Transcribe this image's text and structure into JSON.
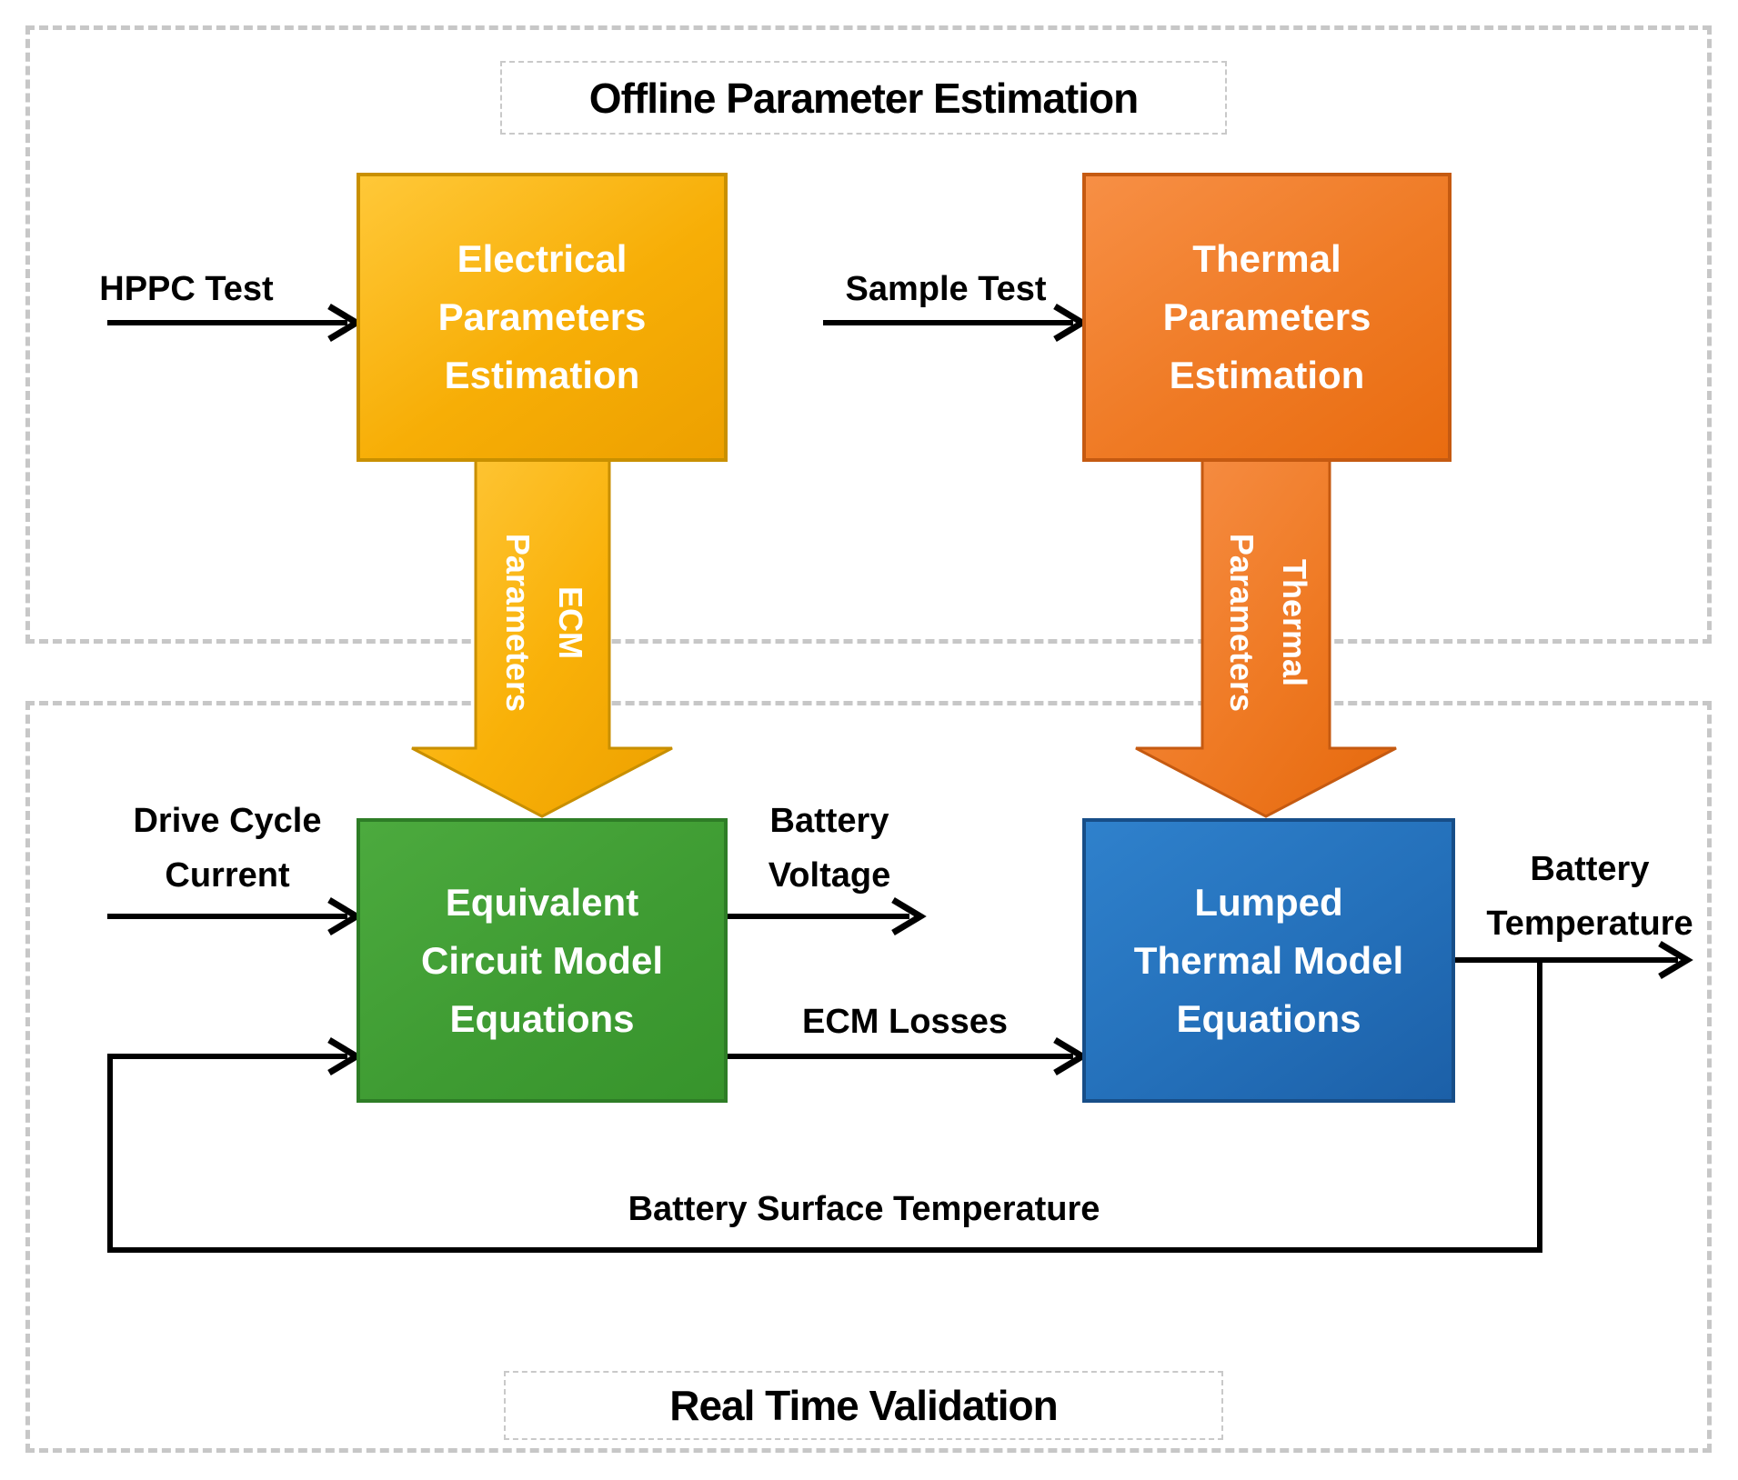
{
  "sections": {
    "offline": {
      "title": "Offline Parameter Estimation"
    },
    "realtime": {
      "title": "Real Time Validation"
    }
  },
  "boxes": {
    "electrical": {
      "line1": "Electrical",
      "line2": "Parameters",
      "line3": "Estimation",
      "color": "#F7AE06"
    },
    "thermal": {
      "line1": "Thermal",
      "line2": "Parameters",
      "line3": "Estimation",
      "color": "#EF7A24"
    },
    "ecm": {
      "line1": "Equivalent",
      "line2": "Circuit Model",
      "line3": "Equations",
      "color": "#3F9C33"
    },
    "lumped": {
      "line1": "Lumped",
      "line2": "Thermal Model",
      "line3": "Equations",
      "color": "#2470BA"
    }
  },
  "fat_arrows": {
    "ecm_params": {
      "line1": "ECM",
      "line2": "Parameters",
      "color": "#FFB300",
      "border": "#C88F00"
    },
    "thermal_params": {
      "line1": "Thermal",
      "line2": "Parameters",
      "color": "#ED7D31",
      "border": "#C55A11"
    }
  },
  "labels": {
    "hppc": "HPPC Test",
    "sample": "Sample Test",
    "drive1": "Drive Cycle",
    "drive2": "Current",
    "bvolt1": "Battery",
    "bvolt2": "Voltage",
    "ecm_losses": "ECM Losses",
    "btemp1": "Battery",
    "btemp2": "Temperature",
    "bsurf": "Battery Surface Temperature"
  },
  "style": {
    "dashed_border_color": "#C7C7C7",
    "connector_color": "#000000"
  }
}
